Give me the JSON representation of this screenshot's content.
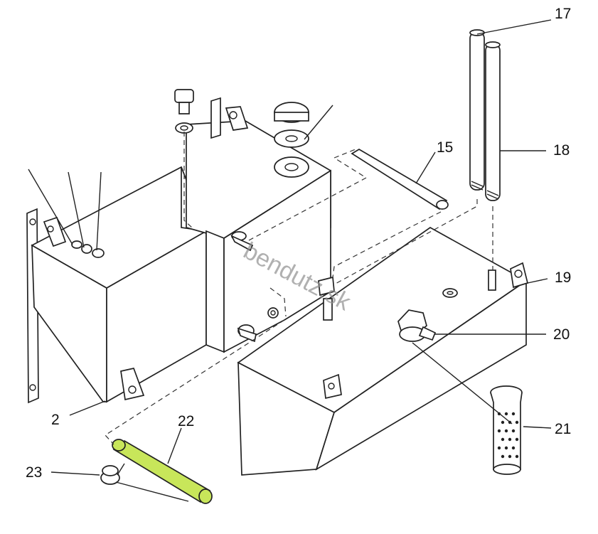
{
  "diagram": {
    "labels": {
      "l2": "2",
      "l15": "15",
      "l17": "17",
      "l18": "18",
      "l19": "19",
      "l20": "20",
      "l21": "21",
      "l22": "22",
      "l23": "23"
    },
    "watermark": "bendutz.sk",
    "highlight_color": "#c8e65a",
    "line_color": "#222222"
  }
}
